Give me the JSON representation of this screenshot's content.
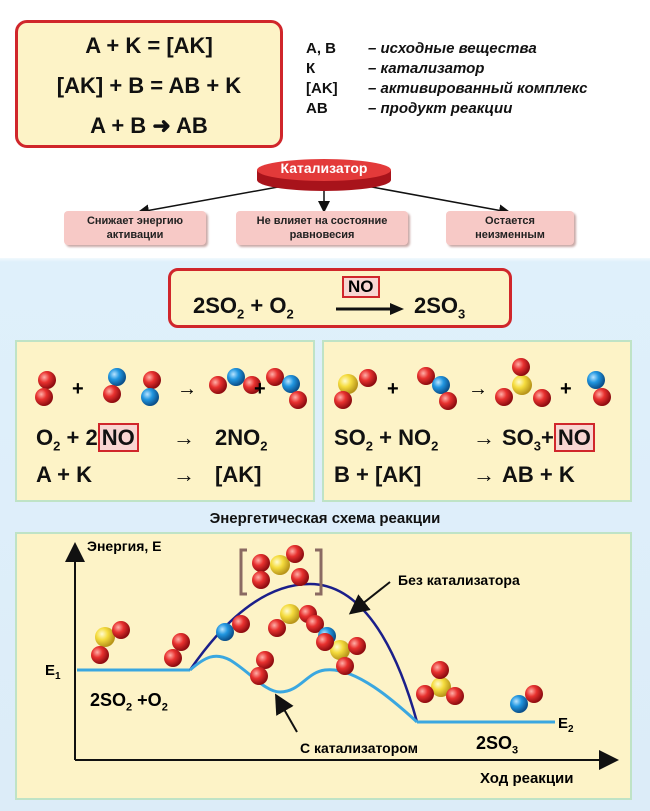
{
  "equations": {
    "line1": "A + K = [AK]",
    "line2": "[AK] + B = AB + K",
    "line3_left": "A + B",
    "line3_right": "AB"
  },
  "legend": [
    {
      "key": "A, B",
      "desc": "– исходные вещества"
    },
    {
      "key": "К",
      "desc": "– катализатор"
    },
    {
      "key": "[AK]",
      "desc": "– активированный комплекс"
    },
    {
      "key": "AB",
      "desc": "– продукт реакции"
    }
  ],
  "catalyst": {
    "title": "Катализатор",
    "props": [
      {
        "l1": "Снижает энергию",
        "l2": "активации"
      },
      {
        "l1": "Не влияет на состояние",
        "l2": "равновесия"
      },
      {
        "l1": "Остается",
        "l2": "неизменным"
      }
    ]
  },
  "reaction": {
    "left": "2SO",
    "left_sub": "2",
    "plus": "+ O",
    "o_sub": "2",
    "catalyst": "NO",
    "right": "2SO",
    "right_sub": "3"
  },
  "left_panel": {
    "eq1_a": "O",
    "eq1_a_sub": "2",
    "eq1_b": "+ 2",
    "eq1_no": "NO",
    "eq1_c": "2NO",
    "eq1_c_sub": "2",
    "eq2_a": "A + K",
    "eq2_b": "[AK]"
  },
  "right_panel": {
    "eq1_a": "SO",
    "eq1_a_sub": "2",
    "eq1_b": "+ NO",
    "eq1_b_sub": "2",
    "eq1_c": "SO",
    "eq1_c_sub": "3",
    "eq1_plus": "+",
    "eq1_no": "NO",
    "eq2_a": "B + [AK]",
    "eq2_b": "AB + K"
  },
  "diagram": {
    "title": "Энергетическая схема реакции",
    "y_label": "Энергия, E",
    "x_label": "Ход реакции",
    "e1": "E",
    "e1_sub": "1",
    "e2": "E",
    "e2_sub": "2",
    "reactants": "2SO",
    "reactants_sub": "2",
    "reactants_plus": "+O",
    "reactants_plus_sub": "2",
    "product": "2SO",
    "product_sub": "3",
    "label_without": "Без катализатора",
    "label_with": "С катализатором"
  },
  "colors": {
    "red_frame": "#d0262b",
    "cream": "#fdf3c7",
    "pink_box": "#f7c9c6",
    "oxygen": "#d8262c",
    "sulfur": "#f2d640",
    "nitrogen": "#1f8ad4",
    "curve_without": "#1b1f8a",
    "curve_with": "#3aa7e0"
  }
}
